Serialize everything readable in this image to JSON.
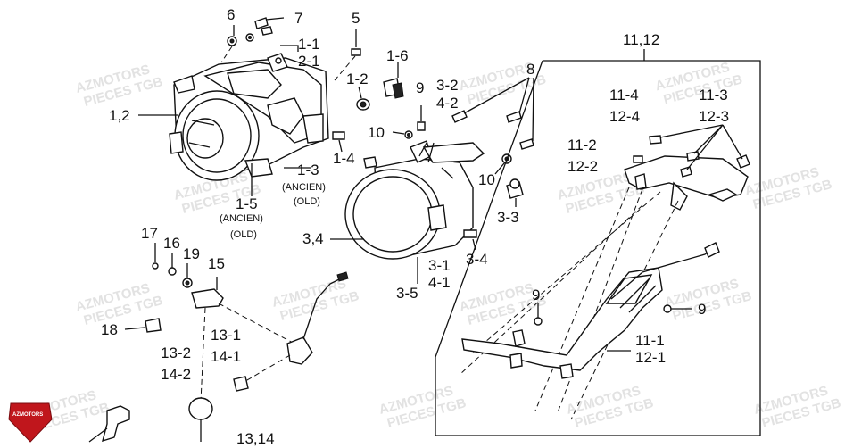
{
  "watermark": {
    "line1": "AZMOTORS",
    "line2": "PIECES TGB"
  },
  "logo": {
    "text": "AZMOTORS",
    "color": "#c0161c"
  },
  "callouts": [
    {
      "id": "6",
      "text": "6"
    },
    {
      "id": "7",
      "text": "7"
    },
    {
      "id": "5",
      "text": "5"
    },
    {
      "id": "1-1",
      "text": "1-1"
    },
    {
      "id": "2-1",
      "text": "2-1"
    },
    {
      "id": "1-6",
      "text": "1-6"
    },
    {
      "id": "1-2",
      "text": "1-2"
    },
    {
      "id": "1,2",
      "text": "1,2"
    },
    {
      "id": "9a",
      "text": "9"
    },
    {
      "id": "3-2",
      "text": "3-2"
    },
    {
      "id": "4-2",
      "text": "4-2"
    },
    {
      "id": "8",
      "text": "8"
    },
    {
      "id": "10a",
      "text": "10"
    },
    {
      "id": "1-4",
      "text": "1-4"
    },
    {
      "id": "1-3",
      "text": "1-3"
    },
    {
      "id": "10b",
      "text": "10"
    },
    {
      "id": "1-5",
      "text": "1-5"
    },
    {
      "id": "3-3",
      "text": "3-3"
    },
    {
      "id": "3,4",
      "text": "3,4"
    },
    {
      "id": "3-4",
      "text": "3-4"
    },
    {
      "id": "3-1",
      "text": "3-1"
    },
    {
      "id": "4-1",
      "text": "4-1"
    },
    {
      "id": "3-5",
      "text": "3-5"
    },
    {
      "id": "11,12",
      "text": "11,12"
    },
    {
      "id": "11-4",
      "text": "11-4"
    },
    {
      "id": "11-3",
      "text": "11-3"
    },
    {
      "id": "12-4",
      "text": "12-4"
    },
    {
      "id": "12-3",
      "text": "12-3"
    },
    {
      "id": "11-2",
      "text": "11-2"
    },
    {
      "id": "12-2",
      "text": "12-2"
    },
    {
      "id": "9b",
      "text": "9"
    },
    {
      "id": "9c",
      "text": "9"
    },
    {
      "id": "11-1",
      "text": "11-1"
    },
    {
      "id": "12-1",
      "text": "12-1"
    },
    {
      "id": "17",
      "text": "17"
    },
    {
      "id": "16",
      "text": "16"
    },
    {
      "id": "19",
      "text": "19"
    },
    {
      "id": "15",
      "text": "15"
    },
    {
      "id": "18",
      "text": "18"
    },
    {
      "id": "13-1",
      "text": "13-1"
    },
    {
      "id": "14-1",
      "text": "14-1"
    },
    {
      "id": "13-2",
      "text": "13-2"
    },
    {
      "id": "14-2",
      "text": "14-2"
    },
    {
      "id": "13,14",
      "text": "13,14"
    }
  ],
  "notes": {
    "ancien": "(ANCIEN)",
    "old": "(OLD)"
  }
}
